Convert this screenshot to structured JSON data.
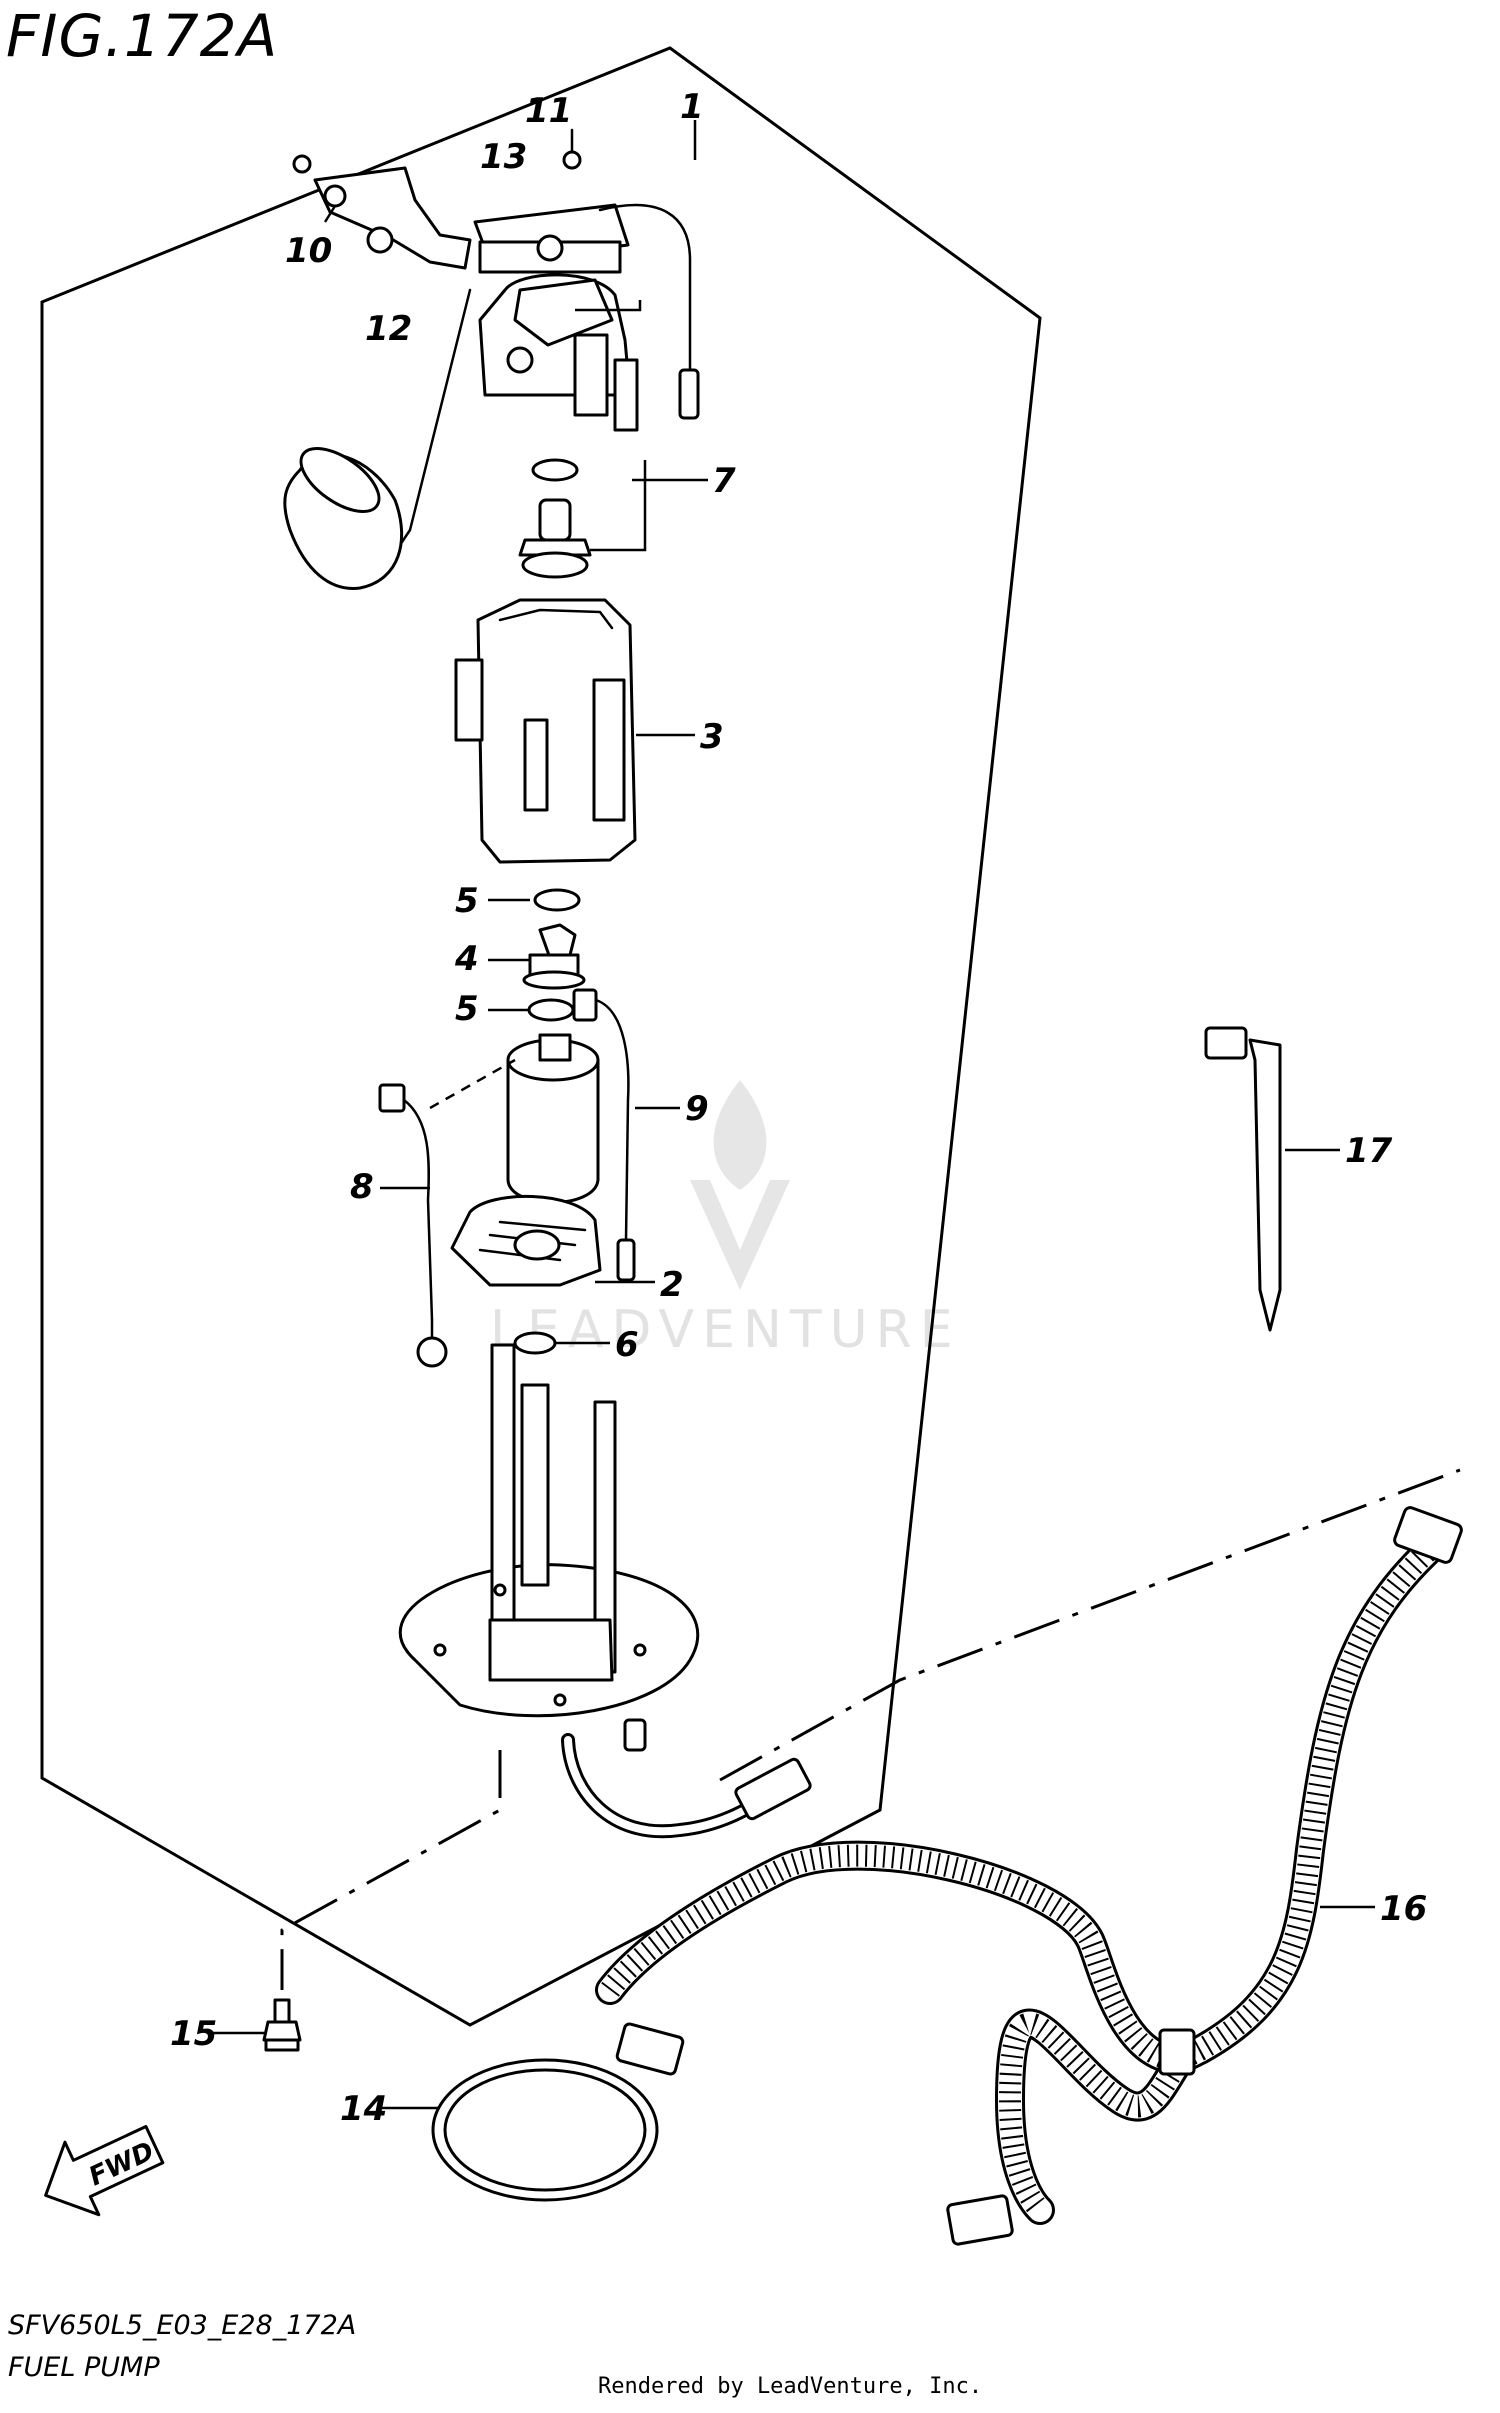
{
  "figure": {
    "title": "FIG.172A",
    "model_code": "SFV650L5_E03_E28_172A",
    "diagram_title": "FUEL PUMP",
    "render_credit": "Rendered by LeadVenture, Inc.",
    "watermark": "LEADVENTURE"
  },
  "callouts": {
    "c1": "1",
    "c2": "2",
    "c3": "3",
    "c4": "4",
    "c5a": "5",
    "c5b": "5",
    "c6": "6",
    "c7": "7",
    "c8": "8",
    "c9": "9",
    "c10": "10",
    "c11": "11",
    "c12": "12",
    "c13": "13",
    "c14": "14",
    "c15": "15",
    "c16": "16",
    "c17": "17"
  },
  "fwd_label": "FWD",
  "icons": {
    "fwd_arrow": "fwd-arrow-icon",
    "watermark_logo": "leadventure-logo-icon"
  },
  "colors": {
    "line": "#000000",
    "background": "#ffffff",
    "watermark": "#e2e2e2"
  }
}
